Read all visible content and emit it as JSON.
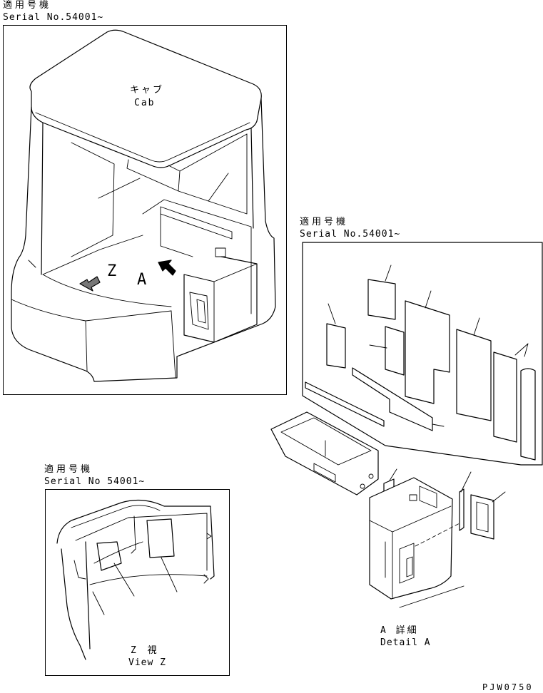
{
  "section_top": {
    "applicable_jp": "適用号機",
    "serial": "Serial No.54001~",
    "cab_jp": "キャブ",
    "cab_en": "Cab",
    "view_letter_z": "Z",
    "view_letter_a": "A"
  },
  "section_right": {
    "applicable_jp": "適用号機",
    "serial": "Serial No.54001~",
    "detail_jp": "A 詳細",
    "detail_en": "Detail A"
  },
  "section_bottom_left": {
    "applicable_jp": "適用号機",
    "serial": "Serial No 54001~",
    "view_jp": "Z 視",
    "view_en": "View Z"
  },
  "drawing_code": "PJW0750"
}
